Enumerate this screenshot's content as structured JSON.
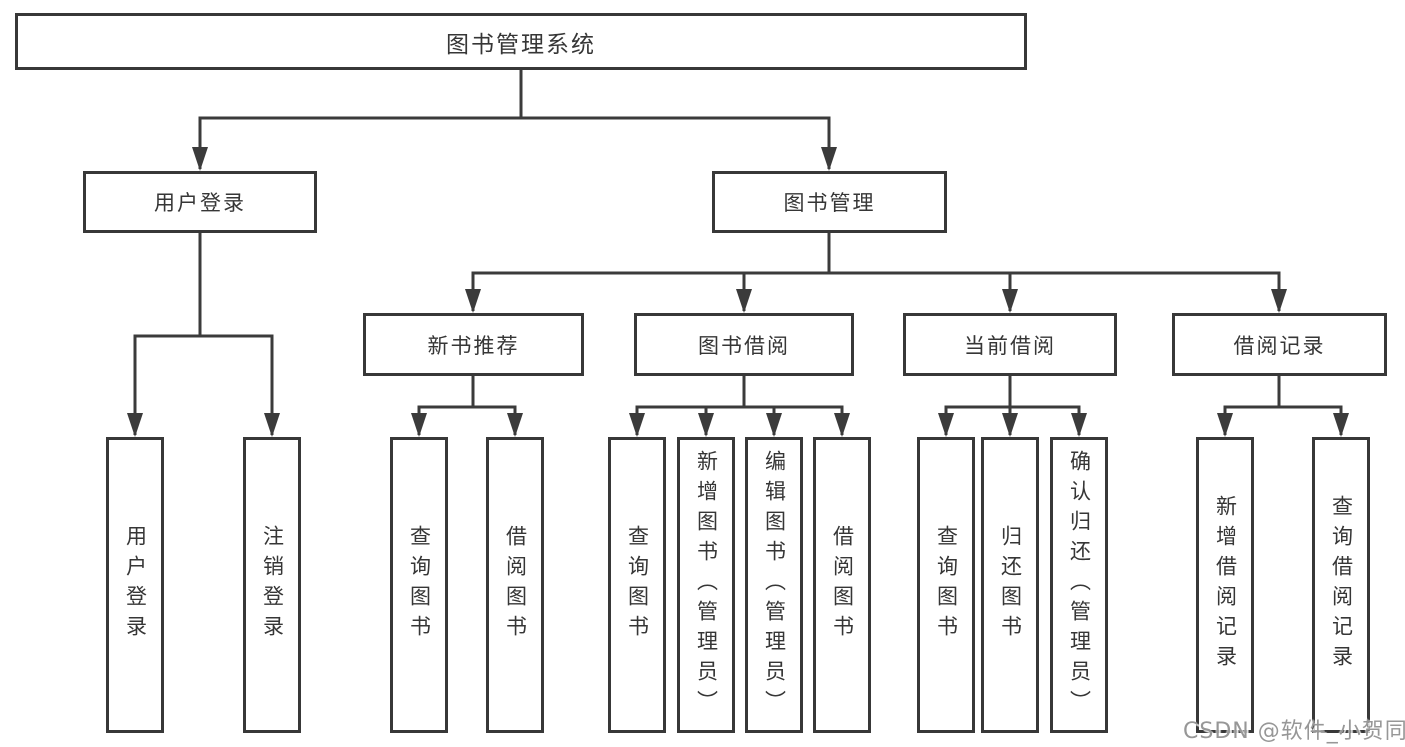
{
  "watermark": {
    "text": "CSDN @软件_小贺同学",
    "color": "#979797"
  },
  "colors": {
    "line": "#3b3b3b",
    "box_border": "#383838",
    "text": "#363636",
    "background": "#ffffff"
  },
  "tree": {
    "label": "图书管理系统",
    "children": [
      {
        "label": "用户登录",
        "children": [
          {
            "label": "用户登录"
          },
          {
            "label": "注销登录"
          }
        ]
      },
      {
        "label": "图书管理",
        "children": [
          {
            "label": "新书推荐",
            "children": [
              {
                "label": "查询图书"
              },
              {
                "label": "借阅图书"
              }
            ]
          },
          {
            "label": "图书借阅",
            "children": [
              {
                "label": "查询图书"
              },
              {
                "label": "新增图书（管理员）"
              },
              {
                "label": "编辑图书（管理员）"
              },
              {
                "label": "借阅图书"
              }
            ]
          },
          {
            "label": "当前借阅",
            "children": [
              {
                "label": "查询图书"
              },
              {
                "label": "归还图书"
              },
              {
                "label": "确认归还（管理员）"
              }
            ]
          },
          {
            "label": "借阅记录",
            "children": [
              {
                "label": "新增借阅记录"
              },
              {
                "label": "查询借阅记录"
              }
            ]
          }
        ]
      }
    ]
  }
}
